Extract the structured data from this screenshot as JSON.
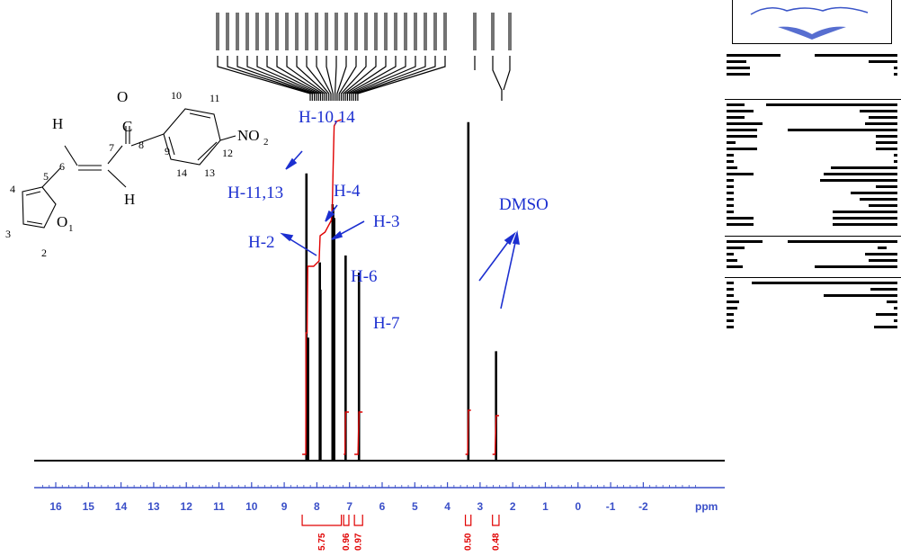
{
  "chart_data": {
    "type": "line",
    "title": "",
    "xlabel": "ppm",
    "ylabel": "",
    "xlim": [
      16.5,
      -3.8
    ],
    "x_ticks": [
      "16",
      "15",
      "14",
      "13",
      "12",
      "11",
      "10",
      "9",
      "8",
      "7",
      "6",
      "5",
      "4",
      "3",
      "2",
      "1",
      "0",
      "-1",
      "-2"
    ],
    "x_tick_values": [
      16,
      15,
      14,
      13,
      12,
      11,
      10,
      9,
      8,
      7,
      6,
      5,
      4,
      3,
      2,
      1,
      0,
      -1,
      -2
    ],
    "peaks": [
      {
        "ppm": 8.32,
        "height": 0.84
      },
      {
        "ppm": 8.27,
        "height": 0.36
      },
      {
        "ppm": 7.91,
        "height": 0.58
      },
      {
        "ppm": 7.89,
        "height": 0.5
      },
      {
        "ppm": 7.52,
        "height": 0.75
      },
      {
        "ppm": 7.5,
        "height": 0.74
      },
      {
        "ppm": 7.47,
        "height": 0.71
      },
      {
        "ppm": 7.12,
        "height": 0.6
      },
      {
        "ppm": 6.71,
        "height": 0.55
      },
      {
        "ppm": 3.36,
        "height": 0.99
      },
      {
        "ppm": 2.51,
        "height": 0.32
      }
    ],
    "integrals": [
      {
        "from": 8.45,
        "to": 7.25,
        "value": "5.75"
      },
      {
        "from": 7.18,
        "to": 7.02,
        "value": "0.96"
      },
      {
        "from": 6.85,
        "to": 6.6,
        "value": "0.97"
      },
      {
        "from": 3.45,
        "to": 3.28,
        "value": "0.50"
      },
      {
        "from": 2.62,
        "to": 2.42,
        "value": "0.48"
      }
    ],
    "annotations": [
      {
        "label": "H-10,14"
      },
      {
        "label": "H-11,13"
      },
      {
        "label": "H-4"
      },
      {
        "label": "H-3"
      },
      {
        "label": "H-2"
      },
      {
        "label": "H-6"
      },
      {
        "label": "H-7"
      },
      {
        "label": "DMSO"
      }
    ]
  },
  "structure": {
    "atoms": [
      "O",
      "C",
      "8",
      "10",
      "11",
      "9",
      "12",
      "NO",
      "2",
      "H",
      "6",
      "7",
      "5",
      "14",
      "13",
      "H",
      "4",
      "3",
      "2",
      "O",
      "1"
    ]
  },
  "colors": {
    "spectrum": "#000000",
    "integral": "#e00000",
    "annotation": "#1c2fd0",
    "axis": "#3a4fc8"
  }
}
